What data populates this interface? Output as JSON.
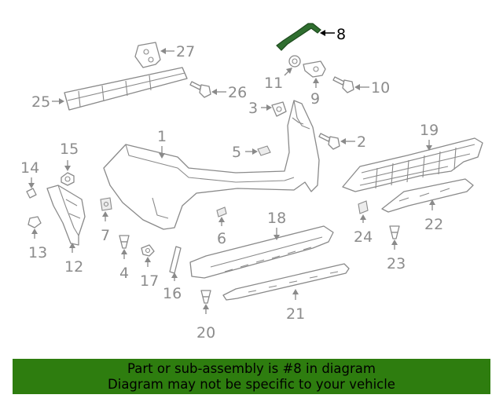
{
  "diagram": {
    "highlighted_part": "8",
    "callouts": [
      {
        "id": "p1",
        "label": "1"
      },
      {
        "id": "p2",
        "label": "2"
      },
      {
        "id": "p3",
        "label": "3"
      },
      {
        "id": "p4",
        "label": "4"
      },
      {
        "id": "p5",
        "label": "5"
      },
      {
        "id": "p6",
        "label": "6"
      },
      {
        "id": "p7",
        "label": "7"
      },
      {
        "id": "p8",
        "label": "8"
      },
      {
        "id": "p9",
        "label": "9"
      },
      {
        "id": "p10",
        "label": "10"
      },
      {
        "id": "p11",
        "label": "11"
      },
      {
        "id": "p12",
        "label": "12"
      },
      {
        "id": "p13",
        "label": "13"
      },
      {
        "id": "p14",
        "label": "14"
      },
      {
        "id": "p15",
        "label": "15"
      },
      {
        "id": "p16",
        "label": "16"
      },
      {
        "id": "p17",
        "label": "17"
      },
      {
        "id": "p18",
        "label": "18"
      },
      {
        "id": "p19",
        "label": "19"
      },
      {
        "id": "p20",
        "label": "20"
      },
      {
        "id": "p21",
        "label": "21"
      },
      {
        "id": "p22",
        "label": "22"
      },
      {
        "id": "p23",
        "label": "23"
      },
      {
        "id": "p24",
        "label": "24"
      },
      {
        "id": "p25",
        "label": "25"
      },
      {
        "id": "p26",
        "label": "26"
      },
      {
        "id": "p27",
        "label": "27"
      }
    ]
  },
  "banner": {
    "line1": "Part or sub-assembly is #8 in diagram",
    "line2": "Diagram may not be specific to your vehicle",
    "background": "#2e7d0f"
  },
  "colors": {
    "highlight_part": "#2f6e2f",
    "line_art": "#8a8a8a",
    "callout_text": "#8c8c8c"
  }
}
